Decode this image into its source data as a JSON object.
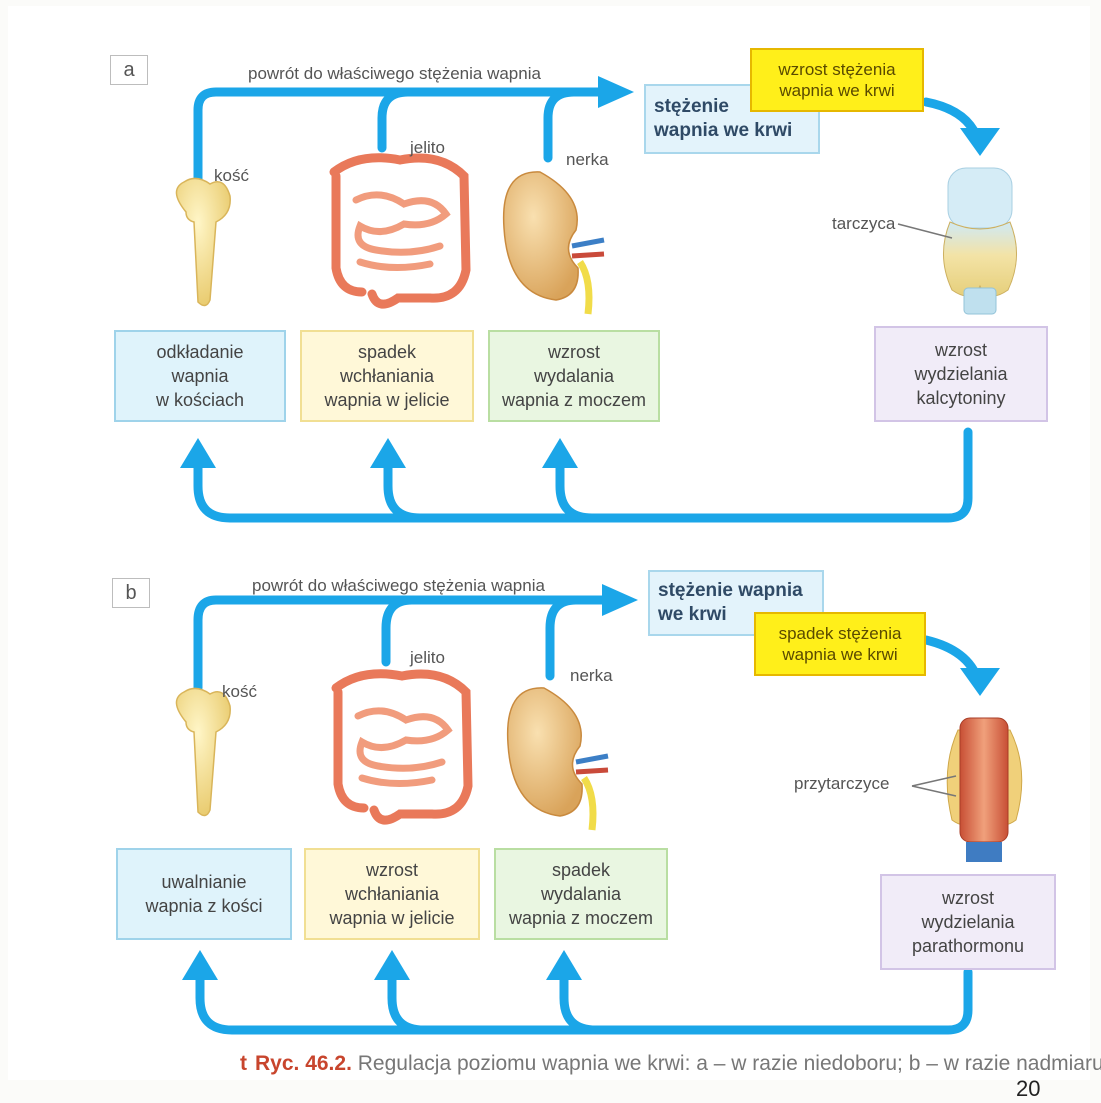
{
  "panels": [
    {
      "letter": "a",
      "return_label": "powrót do właściwego stężenia wapnia",
      "concentration": [
        "stężenie",
        "wapnia we krwi"
      ],
      "change": [
        "wzrost stężenia",
        "wapnia we krwi"
      ],
      "organs": {
        "bone": "kość",
        "intestine": "jelito",
        "kidney": "nerka",
        "gland": "tarczyca"
      },
      "effects": {
        "bone": [
          "odkładanie",
          "wapnia",
          "w kościach"
        ],
        "intestine": [
          "spadek",
          "wchłaniania",
          "wapnia w jelicie"
        ],
        "kidney": [
          "wzrost",
          "wydalania",
          "wapnia z moczem"
        ],
        "hormone": [
          "wzrost",
          "wydzielania",
          "kalcytoniny"
        ]
      }
    },
    {
      "letter": "b",
      "return_label": "powrót do właściwego stężenia wapnia",
      "concentration": [
        "stężenie wapnia",
        "we krwi"
      ],
      "change": [
        "spadek stężenia",
        "wapnia we krwi"
      ],
      "organs": {
        "bone": "kość",
        "intestine": "jelito",
        "kidney": "nerka",
        "gland": "przytarczyce"
      },
      "effects": {
        "bone": [
          "uwalnianie",
          "wapnia z kości"
        ],
        "intestine": [
          "wzrost",
          "wchłaniania",
          "wapnia w jelicie"
        ],
        "kidney": [
          "spadek",
          "wydalania",
          "wapnia z moczem"
        ],
        "hormone": [
          "wzrost",
          "wydzielania",
          "parathormonu"
        ]
      }
    }
  ],
  "caption": {
    "icon": "t",
    "figure": "Ryc. 46.2.",
    "text": "Regulacja poziomu wapnia we krwi: a – w razie niedoboru; b – w razie nadmiaru"
  },
  "page_number": "20",
  "colors": {
    "arrow": "#1ba6e8",
    "highlight": "#ffef1a",
    "figure_red": "#c8452d"
  }
}
